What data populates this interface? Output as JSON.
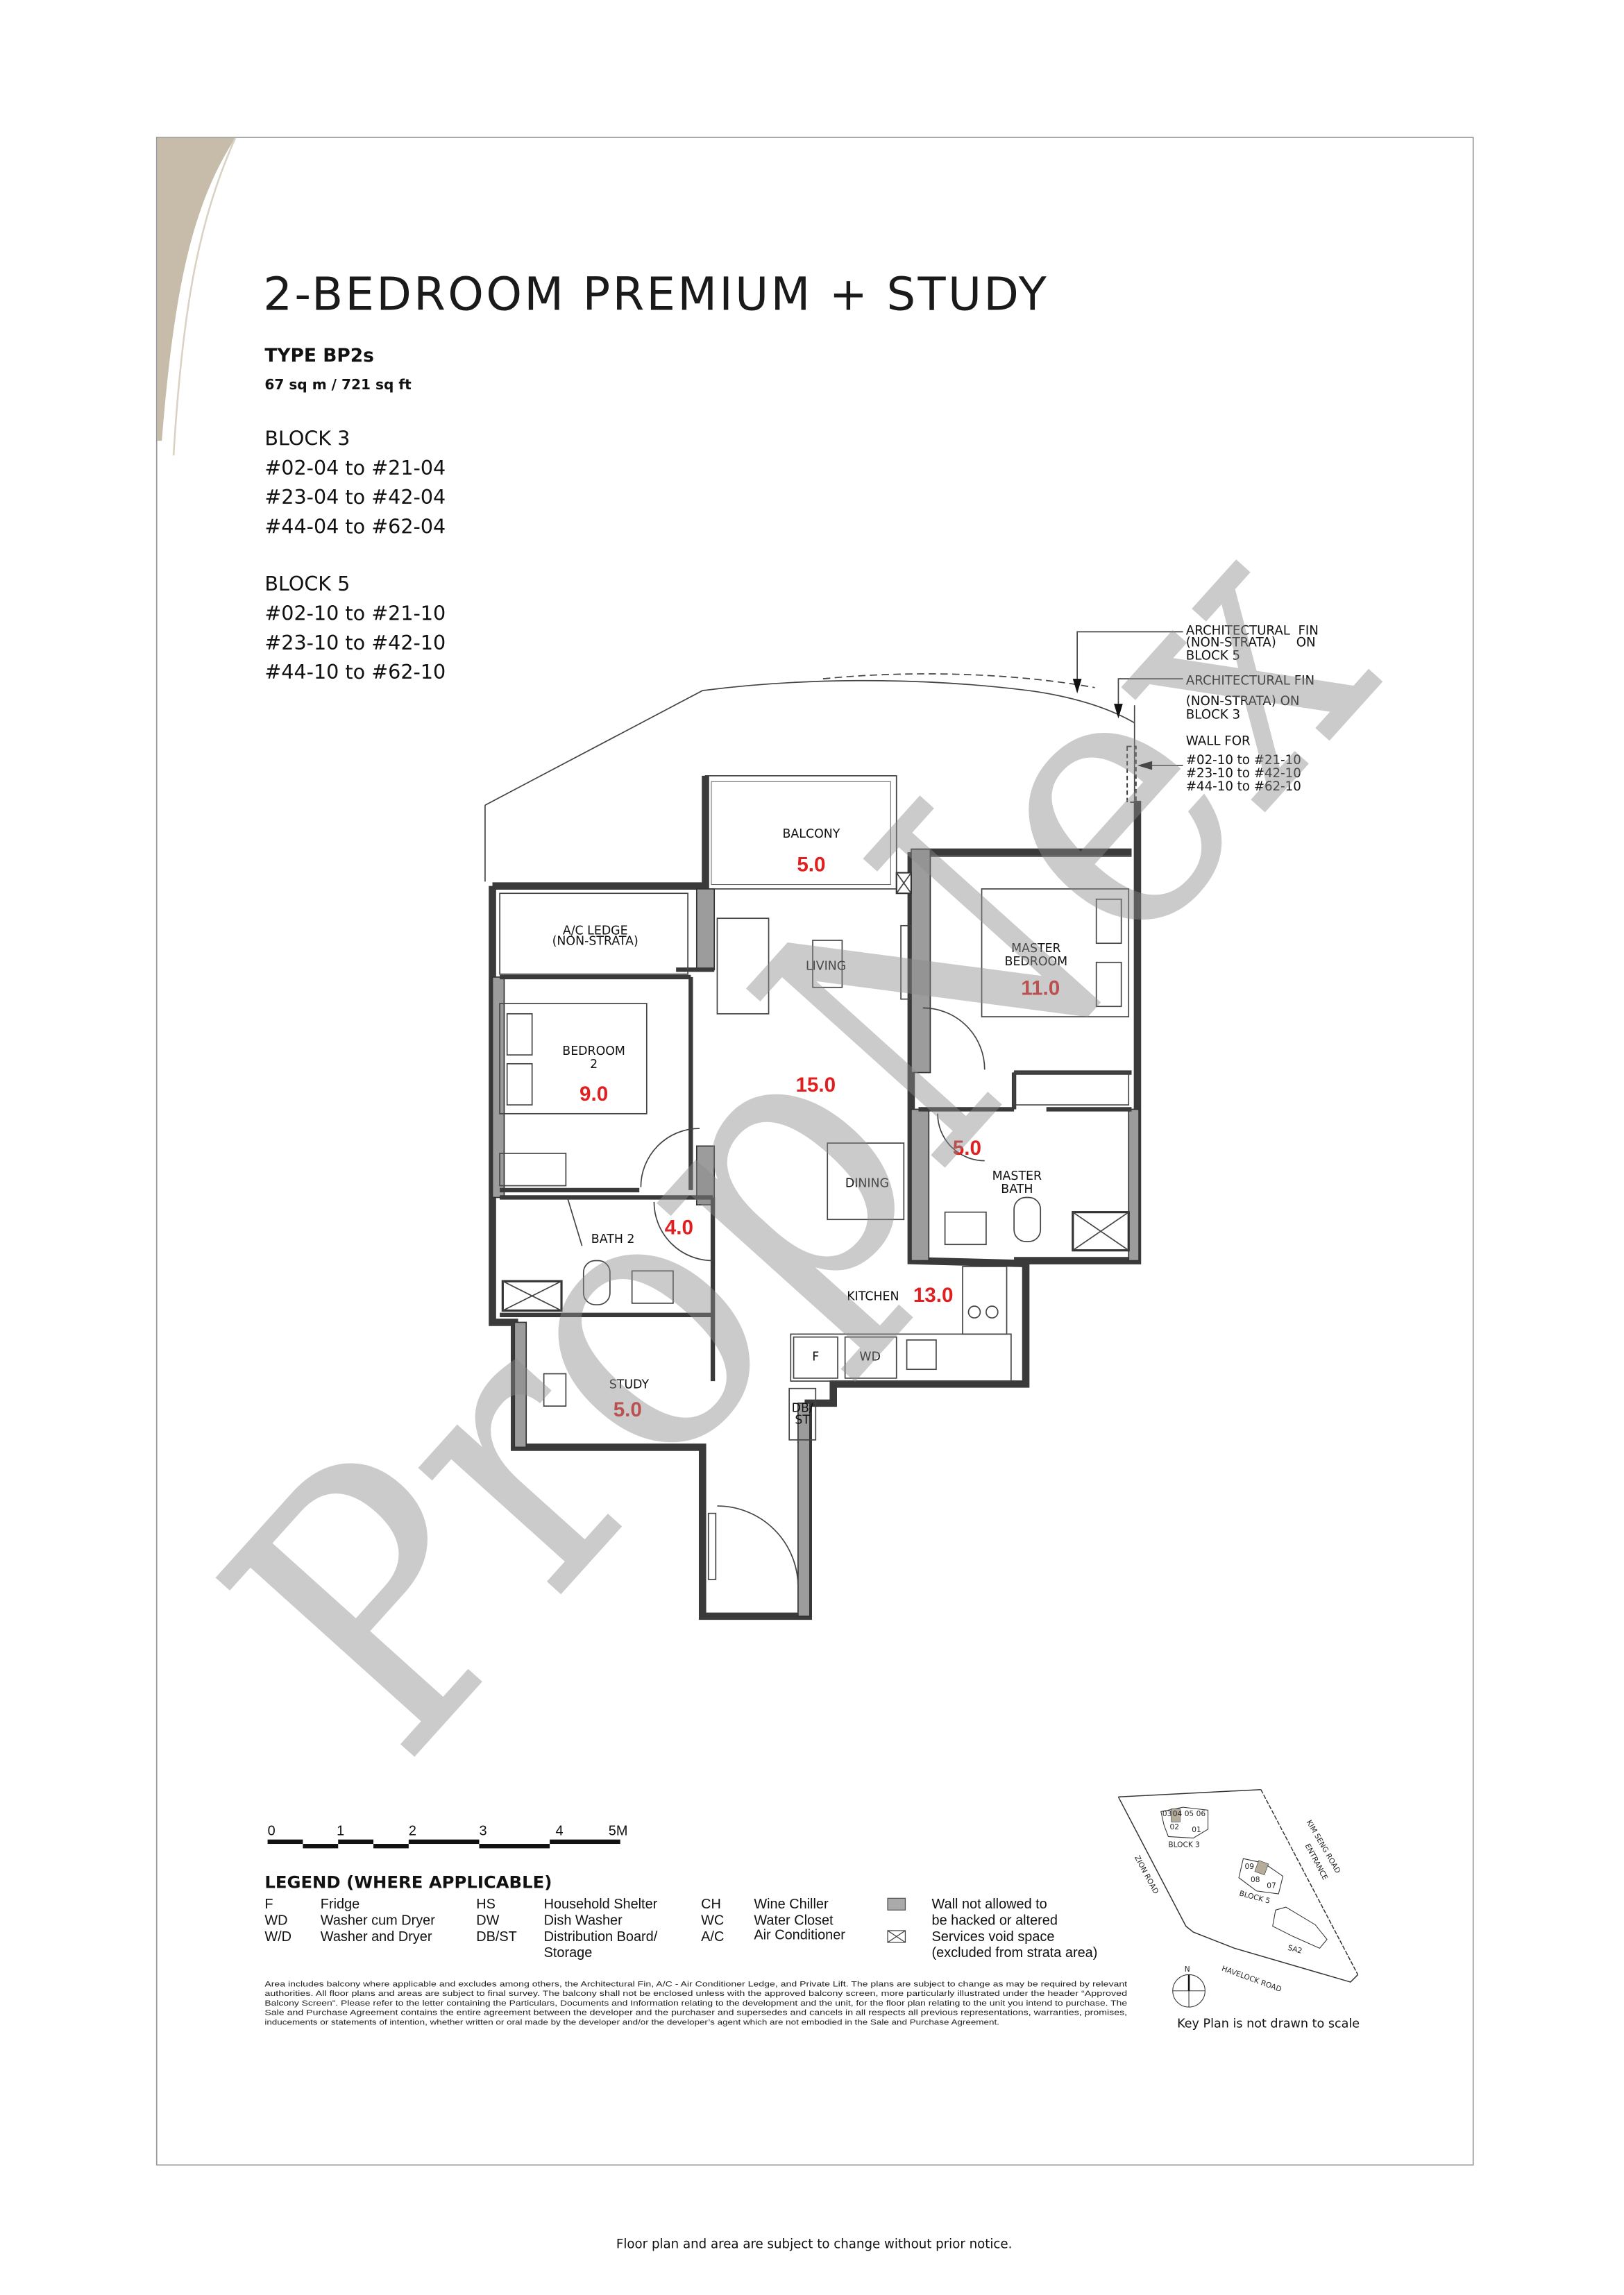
{
  "title": "2-BEDROOM PREMIUM + STUDY",
  "type": "TYPE BP2s",
  "area": "67 sq m / 721 sq ft",
  "blocks": [
    {
      "name": "BLOCK 3",
      "units": [
        "#02-04 to #21-04",
        "#23-04 to #42-04",
        "#44-04 to #62-04"
      ]
    },
    {
      "name": "BLOCK 5",
      "units": [
        "#02-10 to #21-10",
        "#23-10 to #42-10",
        "#44-10 to #62-10"
      ]
    }
  ],
  "annotations": {
    "fin_block5": [
      "ARCHITECTURAL  FIN",
      "(NON-STRATA)     ON",
      "BLOCK 5"
    ],
    "fin_block3": [
      "ARCHITECTURAL FIN",
      "(NON-STRATA) ON",
      "BLOCK 3"
    ],
    "wall_for": [
      "WALL FOR",
      "#02-10 to #21-10",
      "#23-10 to #42-10",
      "#44-10 to #62-10"
    ]
  },
  "rooms": {
    "balcony": {
      "label": "BALCONY",
      "area": "5.0"
    },
    "ac_ledge": {
      "label": "A/C LEDGE",
      "sub": "(NON-STRATA)"
    },
    "bedroom2": {
      "label": "BEDROOM",
      "sub": "2",
      "area": "9.0"
    },
    "living": {
      "label": "LIVING",
      "area": "15.0"
    },
    "master_bedroom": {
      "label": "MASTER",
      "sub": "BEDROOM",
      "area": "11.0"
    },
    "master_bath": {
      "label": "MASTER",
      "sub": "BATH",
      "area": "5.0"
    },
    "dining": {
      "label": "DINING"
    },
    "bath2": {
      "label": "BATH 2",
      "area": "4.0"
    },
    "kitchen": {
      "label": "KITCHEN",
      "area": "13.0"
    },
    "study": {
      "label": "STUDY",
      "area": "5.0"
    }
  },
  "fixtures": {
    "fridge": "F",
    "washer": "WD",
    "dbst_1": "DB/",
    "dbst_2": "ST"
  },
  "scale": {
    "ticks": [
      "0",
      "1",
      "2",
      "3",
      "4",
      "5M"
    ]
  },
  "legend": {
    "title": "LEGEND (WHERE APPLICABLE)",
    "items": [
      {
        "abbr": "F",
        "desc": "Fridge"
      },
      {
        "abbr": "WD",
        "desc": "Washer cum Dryer"
      },
      {
        "abbr": "W/D",
        "desc": "Washer and Dryer"
      },
      {
        "abbr": "HS",
        "desc": "Household Shelter"
      },
      {
        "abbr": "DW",
        "desc": "Dish Washer"
      },
      {
        "abbr": "DB/ST",
        "desc": "Distribution Board/",
        "desc2": "Storage"
      },
      {
        "abbr": "CH",
        "desc": "Wine Chiller"
      },
      {
        "abbr": "WC",
        "desc": "Water Closet"
      },
      {
        "abbr": "A/C",
        "desc": "Air Conditioner"
      }
    ],
    "symbols": [
      {
        "icon": "grey-wall-swatch",
        "lines": [
          "Wall not allowed to",
          "be hacked or altered"
        ]
      },
      {
        "icon": "crossed-box",
        "lines": [
          "Services void space",
          "(excluded from strata area)"
        ]
      }
    ]
  },
  "disclaimer": [
    "Area includes balcony where applicable and excludes among others, the Architectural Fin, A/C - Air Conditioner Ledge, and Private Lift. The plans are subject to change as may be required by relevant",
    "authorities. All floor plans and areas are subject to final survey. The balcony shall not be enclosed unless with the approved balcony screen, more particularly illustrated under the header “Approved",
    "Balcony Screen”. Please refer to the letter containing the Particulars, Documents and Information relating to the development and the unit, for the floor plan relating to the unit you intend to purchase. The",
    "Sale and Purchase Agreement contains the entire agreement between the developer and the purchaser and supersedes and cancels in all respects all previous representations, warranties, promises,",
    "inducements or statements of intention, whether written or oral made by the developer and/or the developer’s agent which are not embodied in the Sale and Purchase Agreement."
  ],
  "key_plan": {
    "block3": "BLOCK 3",
    "block5": "BLOCK 5",
    "block3_units": [
      "03",
      "04",
      "05",
      "06",
      "02",
      "01"
    ],
    "block5_units": [
      "09",
      "08",
      "07"
    ],
    "zion": "ZION ROAD",
    "kim_seng": "KIM SENG ROAD",
    "entrance": "ENTRANCE",
    "havelock": "HAVELOCK ROAD",
    "sa2": "SA2",
    "north": "N",
    "note": "Key Plan is not drawn to scale"
  },
  "footer": "Floor plan and area are subject to change without prior notice.",
  "watermark": "PropNex",
  "colors": {
    "area_text": "#e02020",
    "wall_grey": "#9c9c9c",
    "accent_swoosh": "#c6bca9"
  }
}
